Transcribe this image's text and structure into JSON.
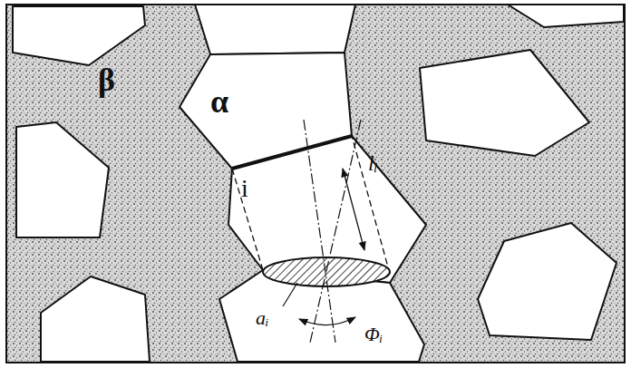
{
  "diagram": {
    "labels": [
      "β",
      "α",
      "i",
      "lᵢ",
      "aᵢ",
      "Φᵢ"
    ]
  }
}
